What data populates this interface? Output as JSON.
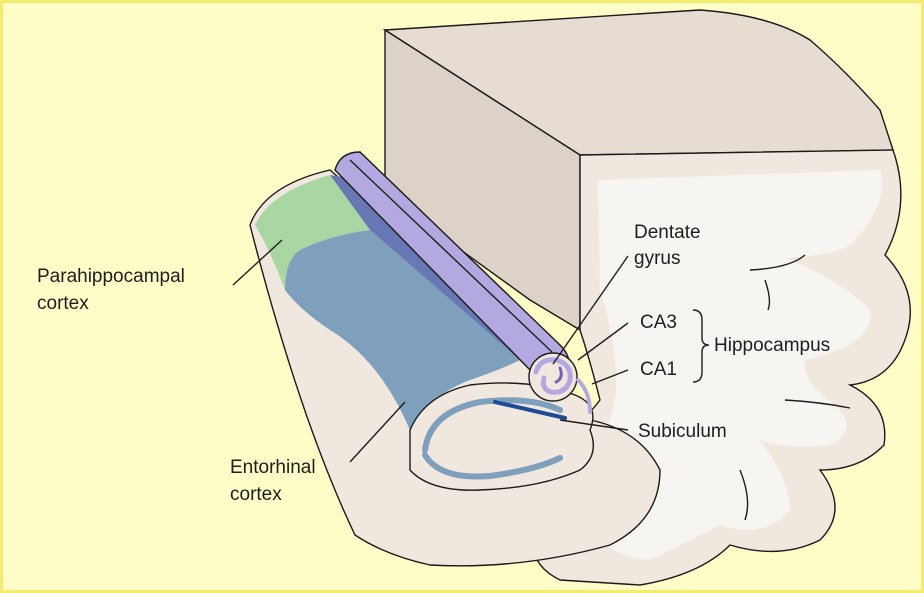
{
  "labels": {
    "parahippocampal": [
      "Parahippocampal",
      "cortex"
    ],
    "entorhinal": [
      "Entorhinal",
      "cortex"
    ],
    "dentate": [
      "Dentate",
      "gyrus"
    ],
    "ca3": "CA3",
    "ca1": "CA1",
    "hippocampus": "Hippocampus",
    "subiculum": "Subiculum"
  },
  "colors": {
    "background": "#fefdc8",
    "frame": "#f3ec6e",
    "tissue_light": "#f0e8de",
    "tissue_top": "#e6dcd2",
    "tissue_side": "#ddd2c8",
    "white_matter": "#f5f3f1",
    "parahippocampal": "#a9d6a3",
    "entorhinal": "#7ea0bc",
    "entorhinal_dark": "#6878b4",
    "hippocampus": "#b4a8e0",
    "subiculum": "#1e4a96"
  }
}
